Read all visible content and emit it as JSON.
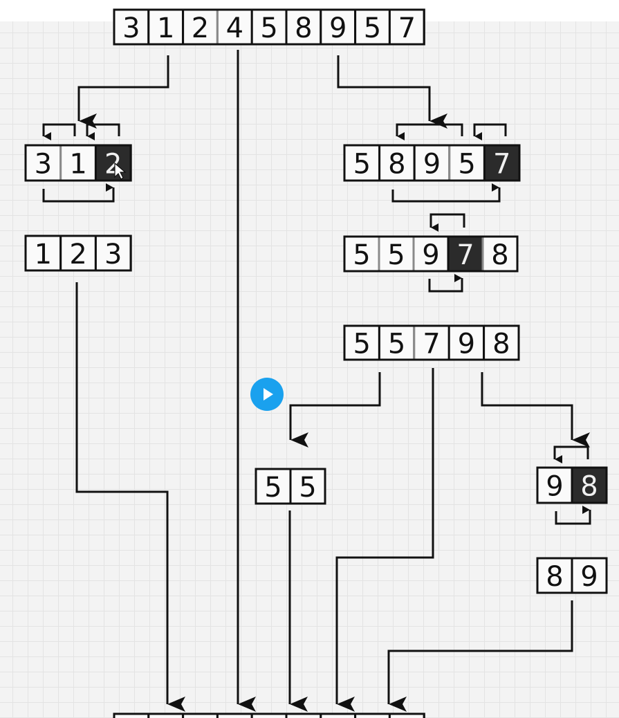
{
  "colors": {
    "stroke": "#111111",
    "dim_stroke": "#8a8a8a",
    "cell_fill": "#fafafa",
    "dark_cell_fill": "#2b2b2b",
    "dark_cell_text": "#f0f0f0",
    "play_button": "#1aa1ee"
  },
  "arrays": [
    {
      "name": "array-original",
      "cells": [
        {
          "v": "3"
        },
        {
          "v": "1"
        },
        {
          "v": "2"
        },
        {
          "v": "4",
          "state": "pivot"
        },
        {
          "v": "5"
        },
        {
          "v": "8"
        },
        {
          "v": "9"
        },
        {
          "v": "5"
        },
        {
          "v": "7"
        }
      ]
    },
    {
      "name": "array-left-partition",
      "cells": [
        {
          "v": "3",
          "state": "dim"
        },
        {
          "v": "1",
          "state": "dim"
        },
        {
          "v": "2",
          "state": "dark"
        }
      ]
    },
    {
      "name": "array-left-sorted",
      "cells": [
        {
          "v": "1"
        },
        {
          "v": "2"
        },
        {
          "v": "3"
        }
      ]
    },
    {
      "name": "array-right-partition",
      "cells": [
        {
          "v": "5",
          "state": "dim"
        },
        {
          "v": "8"
        },
        {
          "v": "9"
        },
        {
          "v": "5",
          "state": "dim"
        },
        {
          "v": "7",
          "state": "dark"
        }
      ]
    },
    {
      "name": "array-right-step2",
      "cells": [
        {
          "v": "5",
          "state": "dim"
        },
        {
          "v": "5",
          "state": "dim"
        },
        {
          "v": "9",
          "state": "dim"
        },
        {
          "v": "7",
          "state": "dark"
        },
        {
          "v": "8",
          "state": "dim"
        }
      ]
    },
    {
      "name": "array-right-step3",
      "cells": [
        {
          "v": "5"
        },
        {
          "v": "5"
        },
        {
          "v": "7",
          "state": "pivot"
        },
        {
          "v": "9"
        },
        {
          "v": "8"
        }
      ]
    },
    {
      "name": "array-fives",
      "cells": [
        {
          "v": "5"
        },
        {
          "v": "5"
        }
      ]
    },
    {
      "name": "array-98-partition",
      "cells": [
        {
          "v": "9",
          "state": "dim"
        },
        {
          "v": "8",
          "state": "dark"
        }
      ]
    },
    {
      "name": "array-89-sorted",
      "cells": [
        {
          "v": "8"
        },
        {
          "v": "9"
        }
      ]
    },
    {
      "name": "array-result",
      "cells": [
        {
          "v": ""
        },
        {
          "v": ""
        },
        {
          "v": ""
        },
        {
          "v": ""
        },
        {
          "v": ""
        },
        {
          "v": ""
        },
        {
          "v": ""
        },
        {
          "v": ""
        },
        {
          "v": ""
        }
      ]
    }
  ],
  "play_button": {
    "icon": "play-icon"
  }
}
